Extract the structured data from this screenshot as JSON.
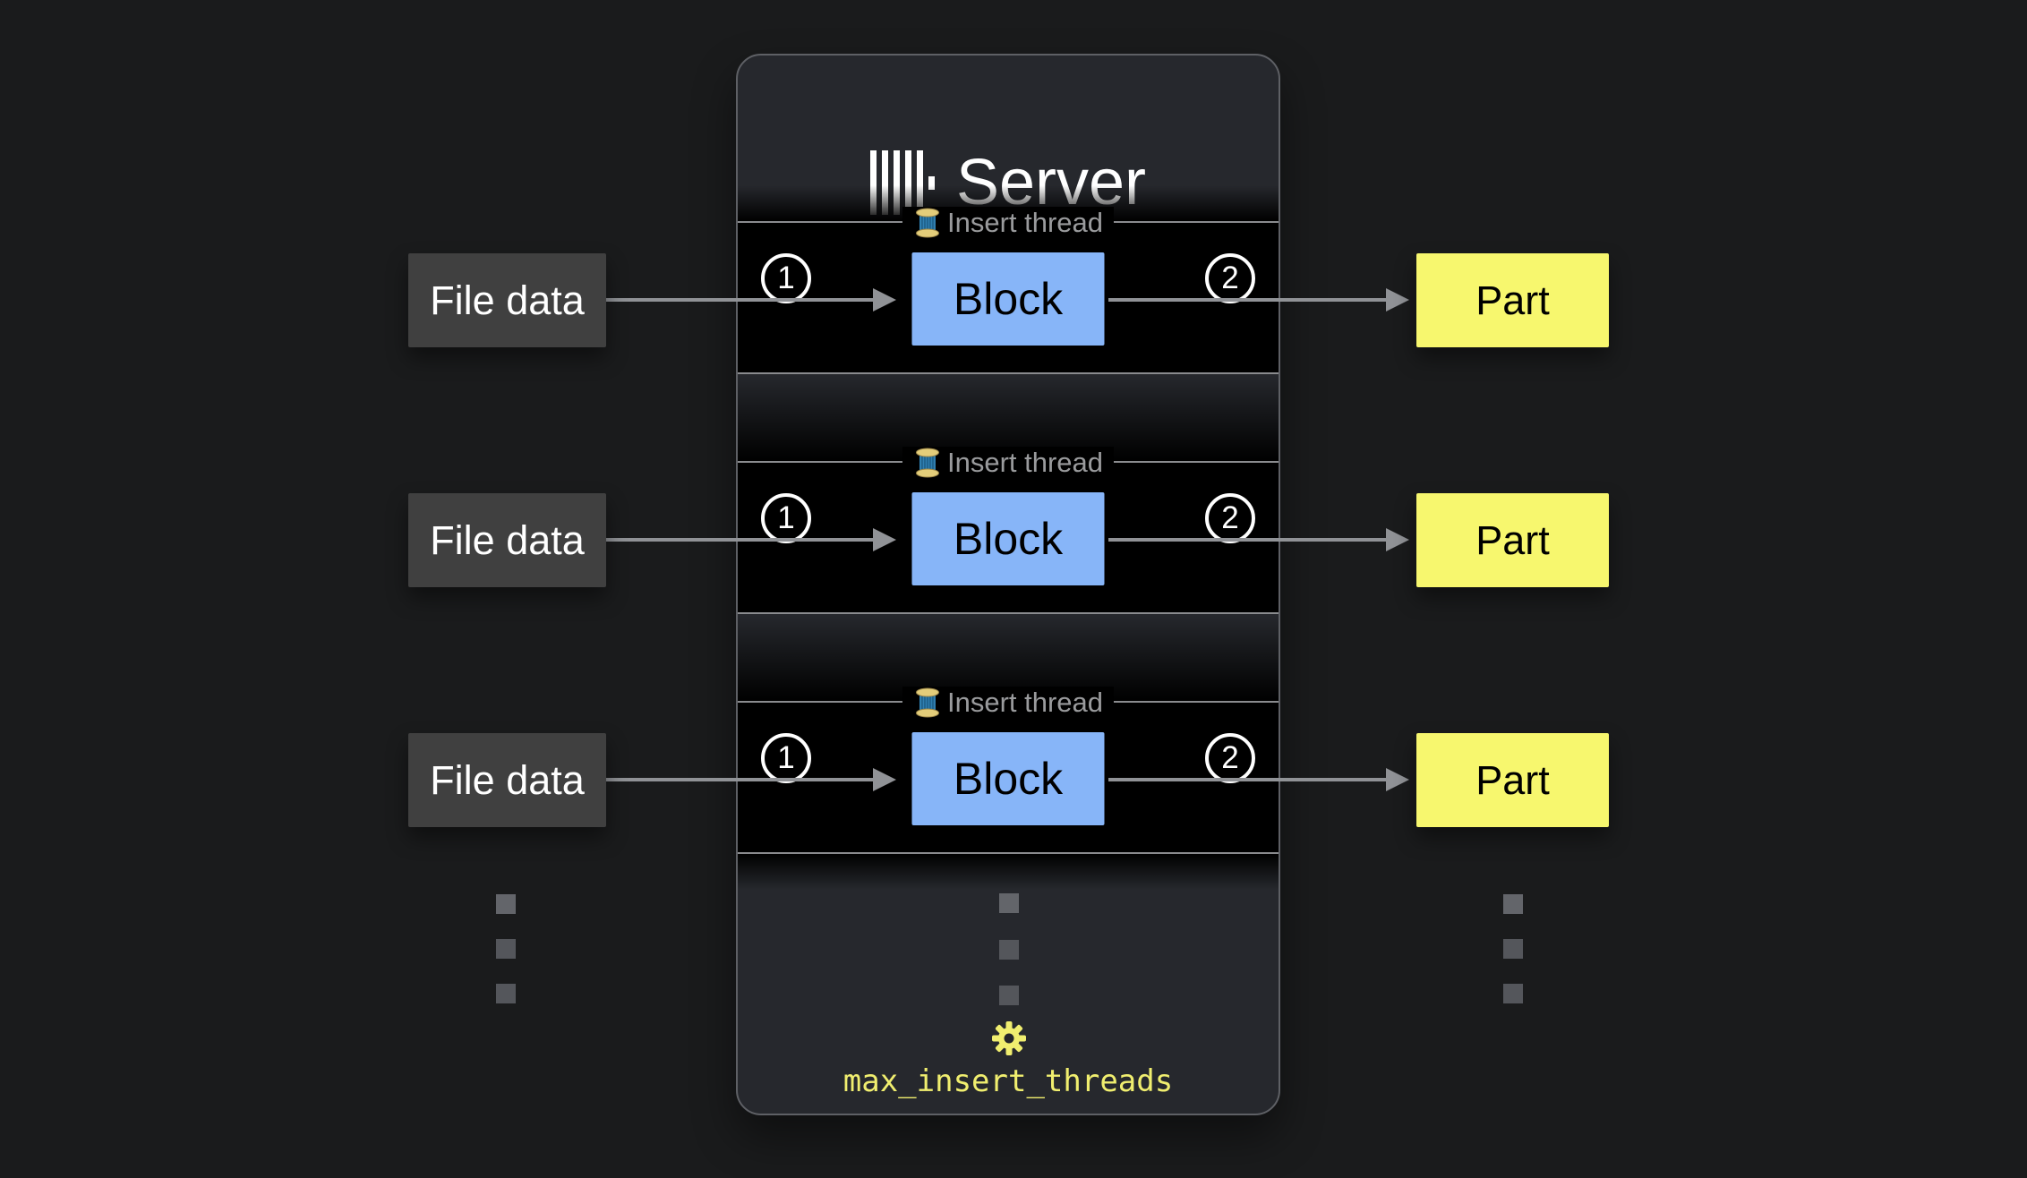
{
  "diagram": {
    "background_color": "#1a1b1c",
    "server": {
      "title": "Server",
      "logo_icon": "clickhouse-logo",
      "panel_color": "#26282d",
      "rows": [
        {
          "thread_icon": "thread-spool",
          "thread_label": "Insert thread",
          "step_in": "1",
          "block_label": "Block",
          "step_out": "2"
        },
        {
          "thread_icon": "thread-spool",
          "thread_label": "Insert thread",
          "step_in": "1",
          "block_label": "Block",
          "step_out": "2"
        },
        {
          "thread_icon": "thread-spool",
          "thread_label": "Insert thread",
          "step_in": "1",
          "block_label": "Block",
          "step_out": "2"
        }
      ],
      "setting": {
        "icon": "gear",
        "label": "max_insert_threads",
        "color": "#f0ee6f"
      }
    },
    "inputs": [
      {
        "label": "File data",
        "color": "#404040"
      },
      {
        "label": "File data",
        "color": "#404040"
      },
      {
        "label": "File data",
        "color": "#404040"
      }
    ],
    "outputs": [
      {
        "label": "Part",
        "color": "#f7f76e"
      },
      {
        "label": "Part",
        "color": "#f7f76e"
      },
      {
        "label": "Part",
        "color": "#f7f76e"
      }
    ],
    "block_color": "#87b5f8",
    "ellipsis_columns": 3
  }
}
